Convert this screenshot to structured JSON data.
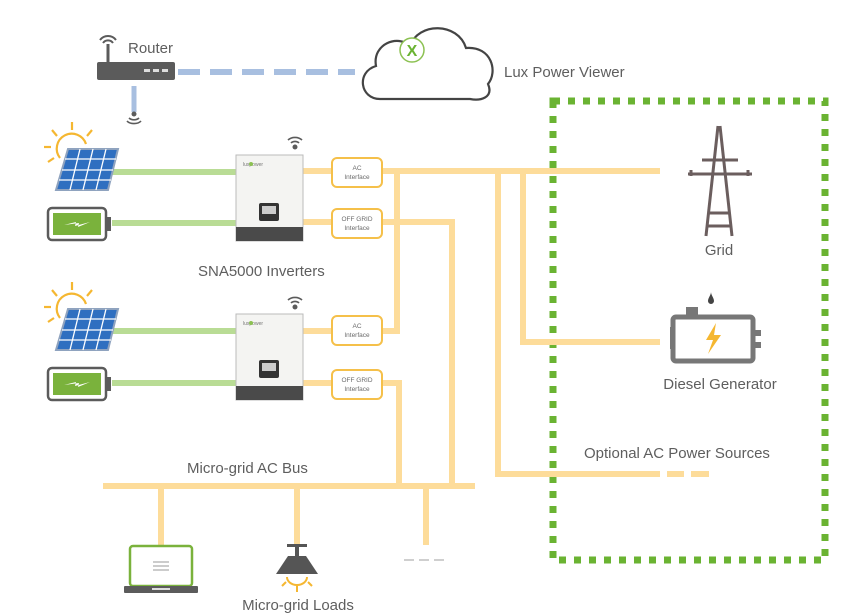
{
  "title": "SNA5000 parallel micro-grid system diagram",
  "colors": {
    "ac_bus": "#fddc9a",
    "dc_link": "#b9dc95",
    "network_link": "#a8bfe0",
    "optional_zone_border": "#6ab332",
    "icon_dark": "#5b5b5b",
    "accent_orange": "#f5b731"
  },
  "network": {
    "router_label": "Router",
    "cloud_label": "Lux Power Viewer",
    "cloud_logo": "X"
  },
  "inverters": {
    "group_label": "SNA5000 Inverters",
    "units": [
      {
        "name": "inverter-1",
        "brand": "luxpower",
        "ports": [
          "AC\nInterface",
          "OFF GRID\nInterface"
        ]
      },
      {
        "name": "inverter-2",
        "brand": "luxpower",
        "ports": [
          "AC\nInterface",
          "OFF GRID\nInterface"
        ]
      }
    ],
    "port_labels": {
      "ac_line1": "AC",
      "ac_line2": "Interface",
      "offgrid_line1": "OFF GRID",
      "offgrid_line2": "Interface"
    }
  },
  "sources": {
    "grid_label": "Grid",
    "generator_label": "Diesel Generator",
    "optional_label": "Optional AC Power Sources"
  },
  "bus": {
    "label": "Micro-grid AC Bus",
    "loads_label": "Micro-grid Loads",
    "loads": [
      "laptop",
      "ceiling-lamp",
      "more-loads"
    ]
  }
}
